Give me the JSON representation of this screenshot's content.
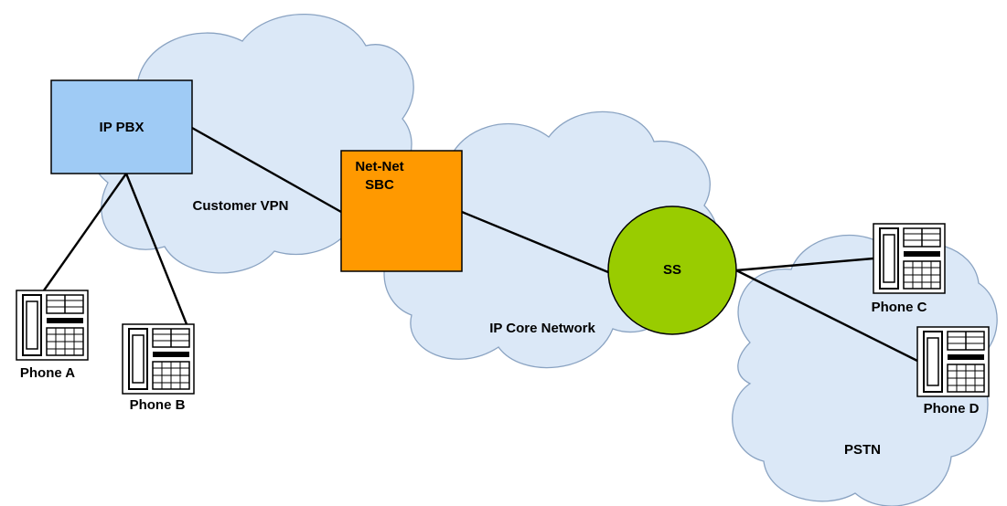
{
  "nodes": {
    "ip_pbx": {
      "label": "IP PBX",
      "color": "#9fcbf5"
    },
    "sbc": {
      "line1": "Net-Net",
      "line2": "SBC",
      "color": "#ff9900"
    },
    "ss": {
      "label": "SS",
      "color": "#99cc00"
    }
  },
  "clouds": {
    "customer_vpn": "Customer VPN",
    "ip_core": "IP Core Network",
    "pstn": "PSTN"
  },
  "phones": {
    "a": "Phone A",
    "b": "Phone B",
    "c": "Phone C",
    "d": "Phone D"
  },
  "icons": [
    "cloud-icon",
    "phone-icon"
  ]
}
